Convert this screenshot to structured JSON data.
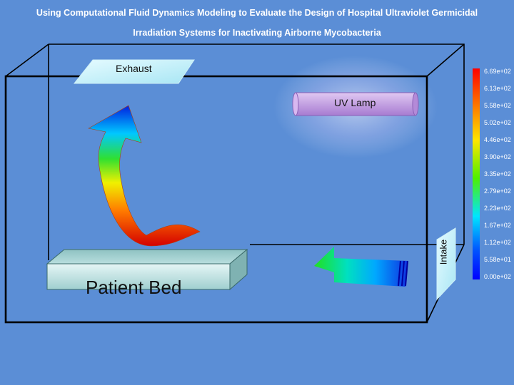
{
  "title": {
    "line1": "Using Computational Fluid Dynamics Modeling to Evaluate the Design of Hospital Ultraviolet Germicidal",
    "line2": "Irradiation Systems for Inactivating Airborne Mycobacteria"
  },
  "labels": {
    "exhaust": "Exhaust",
    "uv_lamp": "UV Lamp",
    "patient_bed": "Patient Bed",
    "intake": "Intake"
  },
  "colorbar": {
    "ticks": [
      "6.69e+02",
      "6.13e+02",
      "5.58e+02",
      "5.02e+02",
      "4.46e+02",
      "3.90e+02",
      "3.35e+02",
      "2.79e+02",
      "2.23e+02",
      "1.67e+02",
      "1.12e+02",
      "5.58e+01",
      "0.00e+02"
    ],
    "colors": [
      "#ff0000",
      "#ff7a00",
      "#ffe600",
      "#4ef000",
      "#00e6ff",
      "#0055ff",
      "#0000ff"
    ]
  },
  "colors": {
    "background": "#5b8ed6",
    "room_edge": "#000000",
    "bed_face": "#bfe3e3",
    "lamp": "#c9a0e6"
  }
}
